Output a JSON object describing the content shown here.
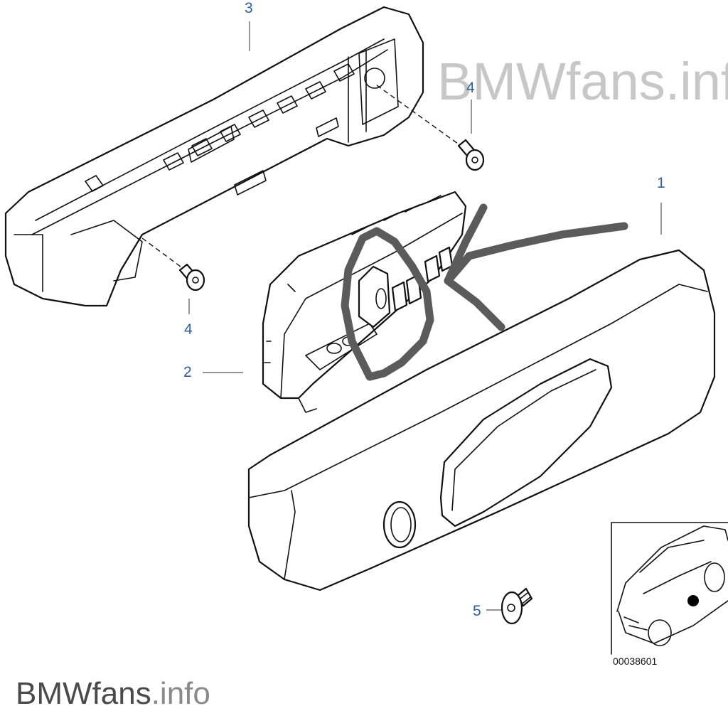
{
  "watermark": {
    "top": {
      "brand": "BMWfans",
      "suffix": ".info"
    },
    "bottom": {
      "brand": "BMWfans",
      "suffix": ".info"
    }
  },
  "callouts": {
    "c1": "1",
    "c2": "2",
    "c3": "3",
    "c4_top": "4",
    "c4_left": "4",
    "c5": "5"
  },
  "inset": {
    "code": "00038601"
  }
}
